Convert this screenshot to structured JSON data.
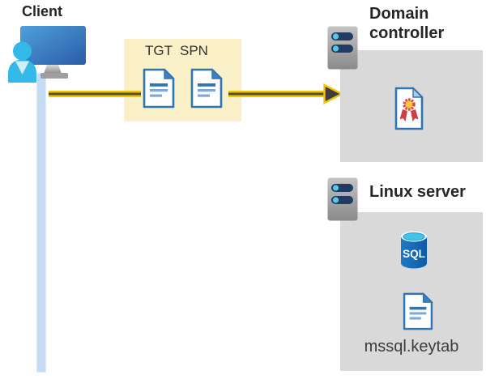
{
  "diagram": {
    "client": {
      "label": "Client",
      "icon": "person-computer-icon"
    },
    "ticket_box": {
      "tgt": "TGT",
      "spn": "SPN",
      "tgt_icon": "document-icon",
      "spn_icon": "document-icon"
    },
    "arrow": {
      "direction": "left-to-right",
      "from": "client",
      "to": "domain-controller"
    },
    "domain_controller": {
      "label": "Domain controller",
      "server_icon": "server-icon",
      "certificate_icon": "certificate-icon"
    },
    "linux_server": {
      "label": "Linux server",
      "server_icon": "server-icon",
      "database_icon": "sql-database-icon",
      "sql_text": "SQL",
      "keytab_icon": "document-icon",
      "keytab": "mssql.keytab"
    },
    "colors": {
      "ticket_box_bg": "#FAF0C8",
      "server_panel_bg": "#D9D9D9",
      "arrow_gold": "#F2C500",
      "arrow_core": "#4F4F35",
      "client_line_blue": "#C5DCF7",
      "doc_blue": "#2E75B6",
      "doc_line_light": "#7FA8D8",
      "person_cyan": "#33B9E8",
      "monitor_blue": "#2A5CA5",
      "server_slot_navy": "#203C63",
      "server_slot_dot": "#55C8EA",
      "sql_body_blue": "#0C5AA8",
      "sql_top_cyan": "#45C2E8",
      "cert_ribbon_red": "#D64550",
      "cert_ribbon_gold": "#FFC83D",
      "heading_text": "#262626"
    }
  }
}
